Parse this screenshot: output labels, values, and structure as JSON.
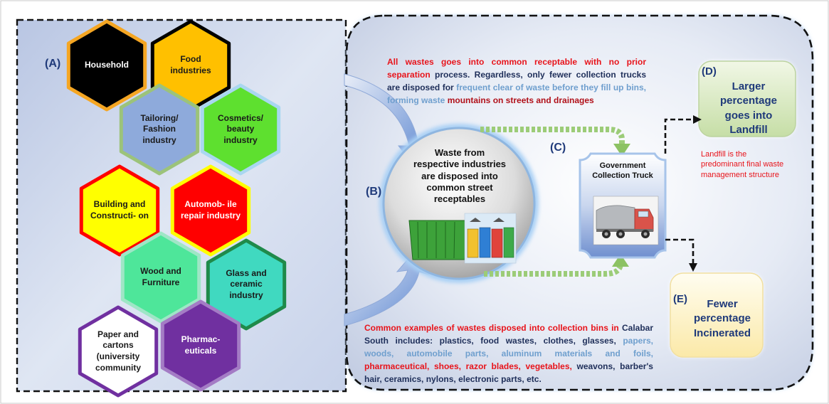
{
  "panels": {
    "a_label": "(A)",
    "b_label": "(B)",
    "c_label": "(C)",
    "d_label": "(D)",
    "e_label": "(E)"
  },
  "hexagons": [
    {
      "name": "household",
      "text": "Household",
      "fill": "#000000",
      "stroke": "#f5a623",
      "text_color": "#ffffff"
    },
    {
      "name": "food-industries",
      "text": "Food industries",
      "fill": "#ffc000",
      "stroke": "#000000",
      "text_color": "#1a1a1a"
    },
    {
      "name": "tailoring-fashion",
      "text": "Tailoring/ Fashion industry",
      "fill": "#8eaadb",
      "stroke": "#9cc37a",
      "text_color": "#1a1a1a"
    },
    {
      "name": "cosmetics-beauty",
      "text": "Cosmetics/ beauty industry",
      "fill": "#5ee02f",
      "stroke": "#a9d7f0",
      "text_color": "#1a1a1a"
    },
    {
      "name": "building-construction",
      "text": "Building and Constructi- on",
      "fill": "#ffff00",
      "stroke": "#ff0000",
      "text_color": "#1a1a1a"
    },
    {
      "name": "automobile-repair",
      "text": "Automob- ile repair industry",
      "fill": "#ff0000",
      "stroke": "#ffff00",
      "text_color": "#ffffff"
    },
    {
      "name": "wood-furniture",
      "text": "Wood and Furniture",
      "fill": "#4ee69a",
      "stroke": "#9fe6c6",
      "text_color": "#1a1a1a"
    },
    {
      "name": "glass-ceramic",
      "text": "Glass and ceramic industry",
      "fill": "#40d9c0",
      "stroke": "#1f8a4a",
      "text_color": "#1a1a1a"
    },
    {
      "name": "paper-cartons",
      "text": "Paper and cartons (university community",
      "fill": "#ffffff",
      "stroke": "#7030a0",
      "text_color": "#1a1a1a"
    },
    {
      "name": "pharmaceuticals",
      "text": "Pharmac- euticals",
      "fill": "#7030a0",
      "stroke": "#a47cc5",
      "text_color": "#ffffff"
    }
  ],
  "top_text": {
    "s1": "All wastes goes into common receptable with no prior separation",
    "s2": " process. Regardless, only fewer collection trucks are disposed for ",
    "s3": "frequent clear of waste before they fill up bins, forming waste ",
    "s4": "mountains on streets and drainages"
  },
  "circle_text": "Waste from respective industries are disposed into common street receptables",
  "truck_label": "Government Collection Truck",
  "landfill_box": "Larger percentage goes into Landfill",
  "landfill_note": "Landfill is the predominant final waste management structure",
  "incinerated_box": "Fewer percentage Incinerated",
  "bottom_text": {
    "s1": "Common examples of wastes disposed into collection bins in",
    "s2": " Calabar South includes: plastics, food wastes, clothes, glasses, ",
    "s3": "papers, woods, automobile parts, aluminum materials and foils, ",
    "s4": "pharmaceutical, shoes, razor blades, vegetables,",
    "s5": " weavons, barber's hair, ceramics, nylons, electronic parts, etc."
  },
  "colors": {
    "red_text": "#e8141b",
    "navy_text": "#1f2f5a",
    "light_blue_text": "#6f9fce",
    "dark_red_text": "#b1111a",
    "landfill_box_fill": "#dbe9c2",
    "incinerated_box_fill": "#fdf2c9"
  }
}
